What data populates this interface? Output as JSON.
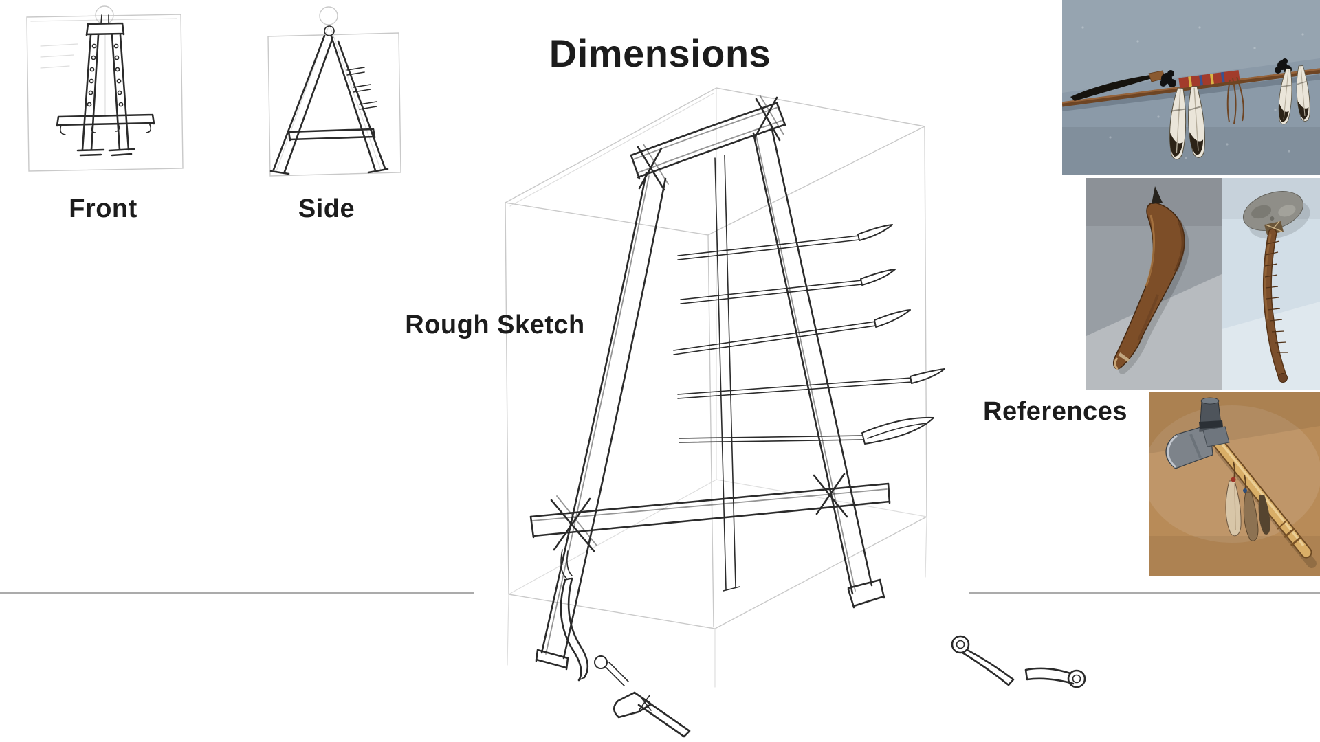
{
  "labels": {
    "dimensions": "Dimensions",
    "front": "Front",
    "side": "Side",
    "rough_sketch": "Rough Sketch",
    "references": "References"
  },
  "figures": {
    "sketches": [
      "front-view-sketch",
      "side-view-sketch",
      "rough-sketch-drawing",
      "hatchet-doodle",
      "pipes-doodle"
    ],
    "reference_photos": [
      "feathered-lance-photo",
      "gunstock-club-photo",
      "stone-club-photo",
      "pipe-tomahawk-photo"
    ]
  },
  "colors": {
    "canvas_bg": "#ffffff",
    "text": "#1c1c1c",
    "divider": "#ababab",
    "sketch_ink": "#2b2b2b",
    "sketch_guide": "#c9c9c9",
    "lance_photo_bg": "#8b9aa8",
    "gunstock_photo_bg": "#989ea4",
    "stone_club_photo_bg": "#d2dee7",
    "tomahawk_photo_bg": "#b88b58",
    "wood_brown": "#7d4e28",
    "steel_gray": "#7d838a",
    "accent_red_wrap": "#a23b2b"
  }
}
